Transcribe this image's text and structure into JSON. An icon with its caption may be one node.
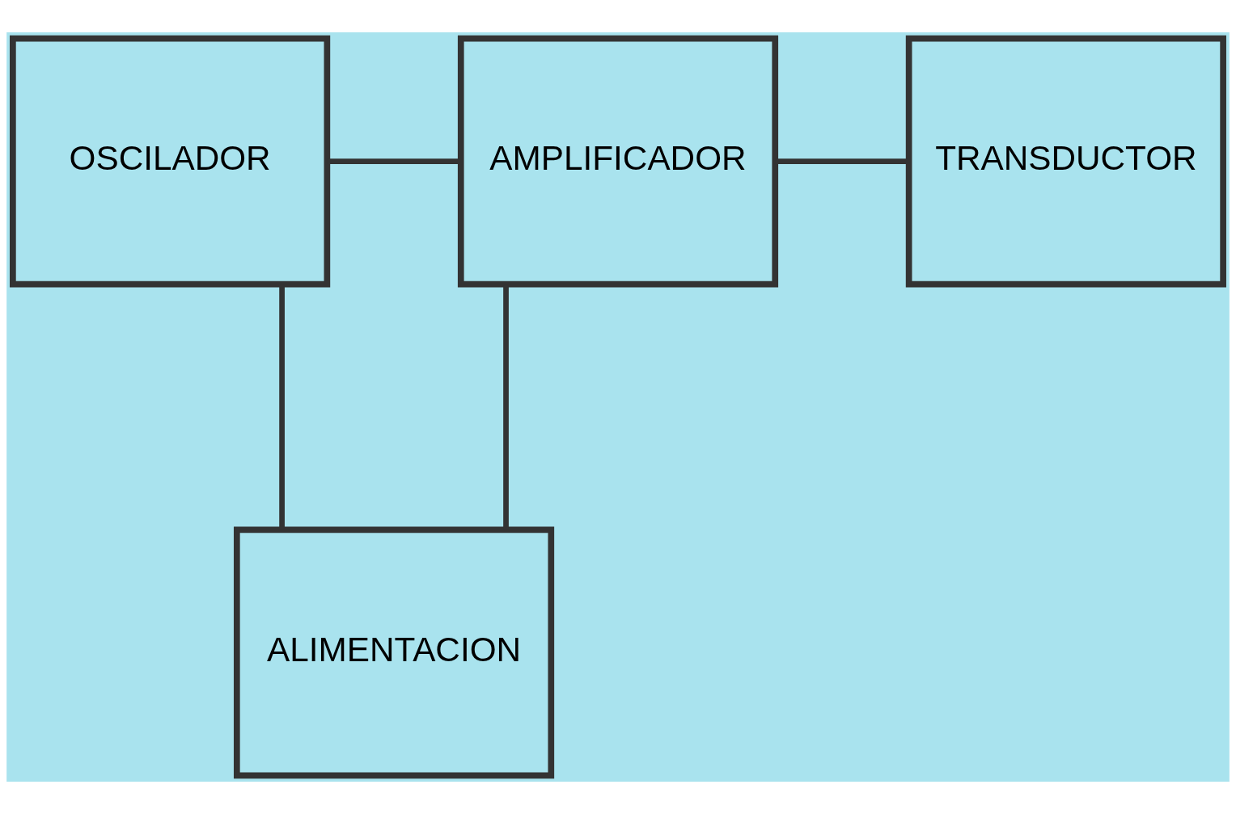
{
  "diagram": {
    "nodes": [
      {
        "text": [
          "OSCILADOR"
        ]
      },
      {
        "text": [
          "AMPLIFICADOR"
        ]
      },
      {
        "text": [
          "TRANSDUCTOR"
        ]
      },
      {
        "text": [
          "ALIMENTACION"
        ]
      }
    ],
    "edges": [
      {
        "from": 0,
        "to": 1,
        "arrow": "none"
      },
      {
        "from": 1,
        "to": 2,
        "arrow": "none"
      },
      {
        "from": 0,
        "to": 3,
        "arrow": "none"
      },
      {
        "from": 1,
        "to": 3,
        "arrow": "none"
      }
    ]
  }
}
